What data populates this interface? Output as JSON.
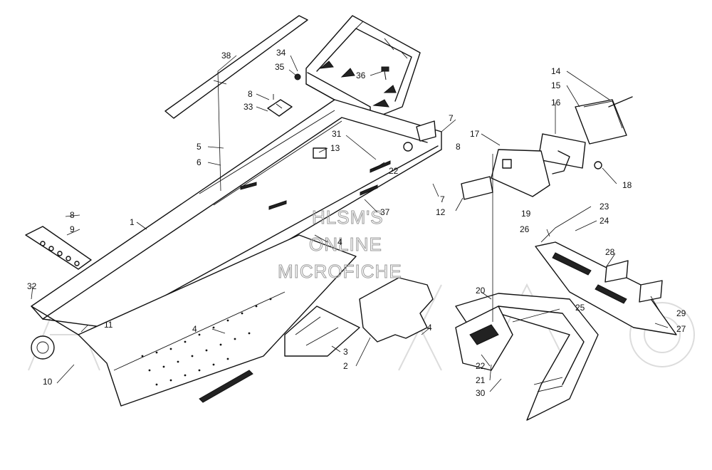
{
  "watermark": {
    "line1": "HLSM'S",
    "line2": "ONLINE",
    "line3": "MICROFICHE"
  },
  "callouts": {
    "c1": "1",
    "c2": "2",
    "c3": "3",
    "c4a": "4",
    "c4b": "4",
    "c4c": "4",
    "c5": "5",
    "c6": "6",
    "c7a": "7",
    "c7b": "7",
    "c8a": "8",
    "c8b": "8",
    "c8c": "8",
    "c9": "9",
    "c10": "10",
    "c11": "11",
    "c12": "12",
    "c13": "13",
    "c14": "14",
    "c15": "15",
    "c16": "16",
    "c17": "17",
    "c18": "18",
    "c19": "19",
    "c20": "20",
    "c21": "21",
    "c22a": "22",
    "c22b": "22",
    "c23": "23",
    "c24": "24",
    "c25": "25",
    "c26": "26",
    "c27": "27",
    "c28": "28",
    "c29": "29",
    "c30": "30",
    "c31": "31",
    "c32": "32",
    "c33": "33",
    "c34": "34",
    "c35": "35",
    "c36": "36",
    "c37": "37",
    "c38": "38"
  }
}
